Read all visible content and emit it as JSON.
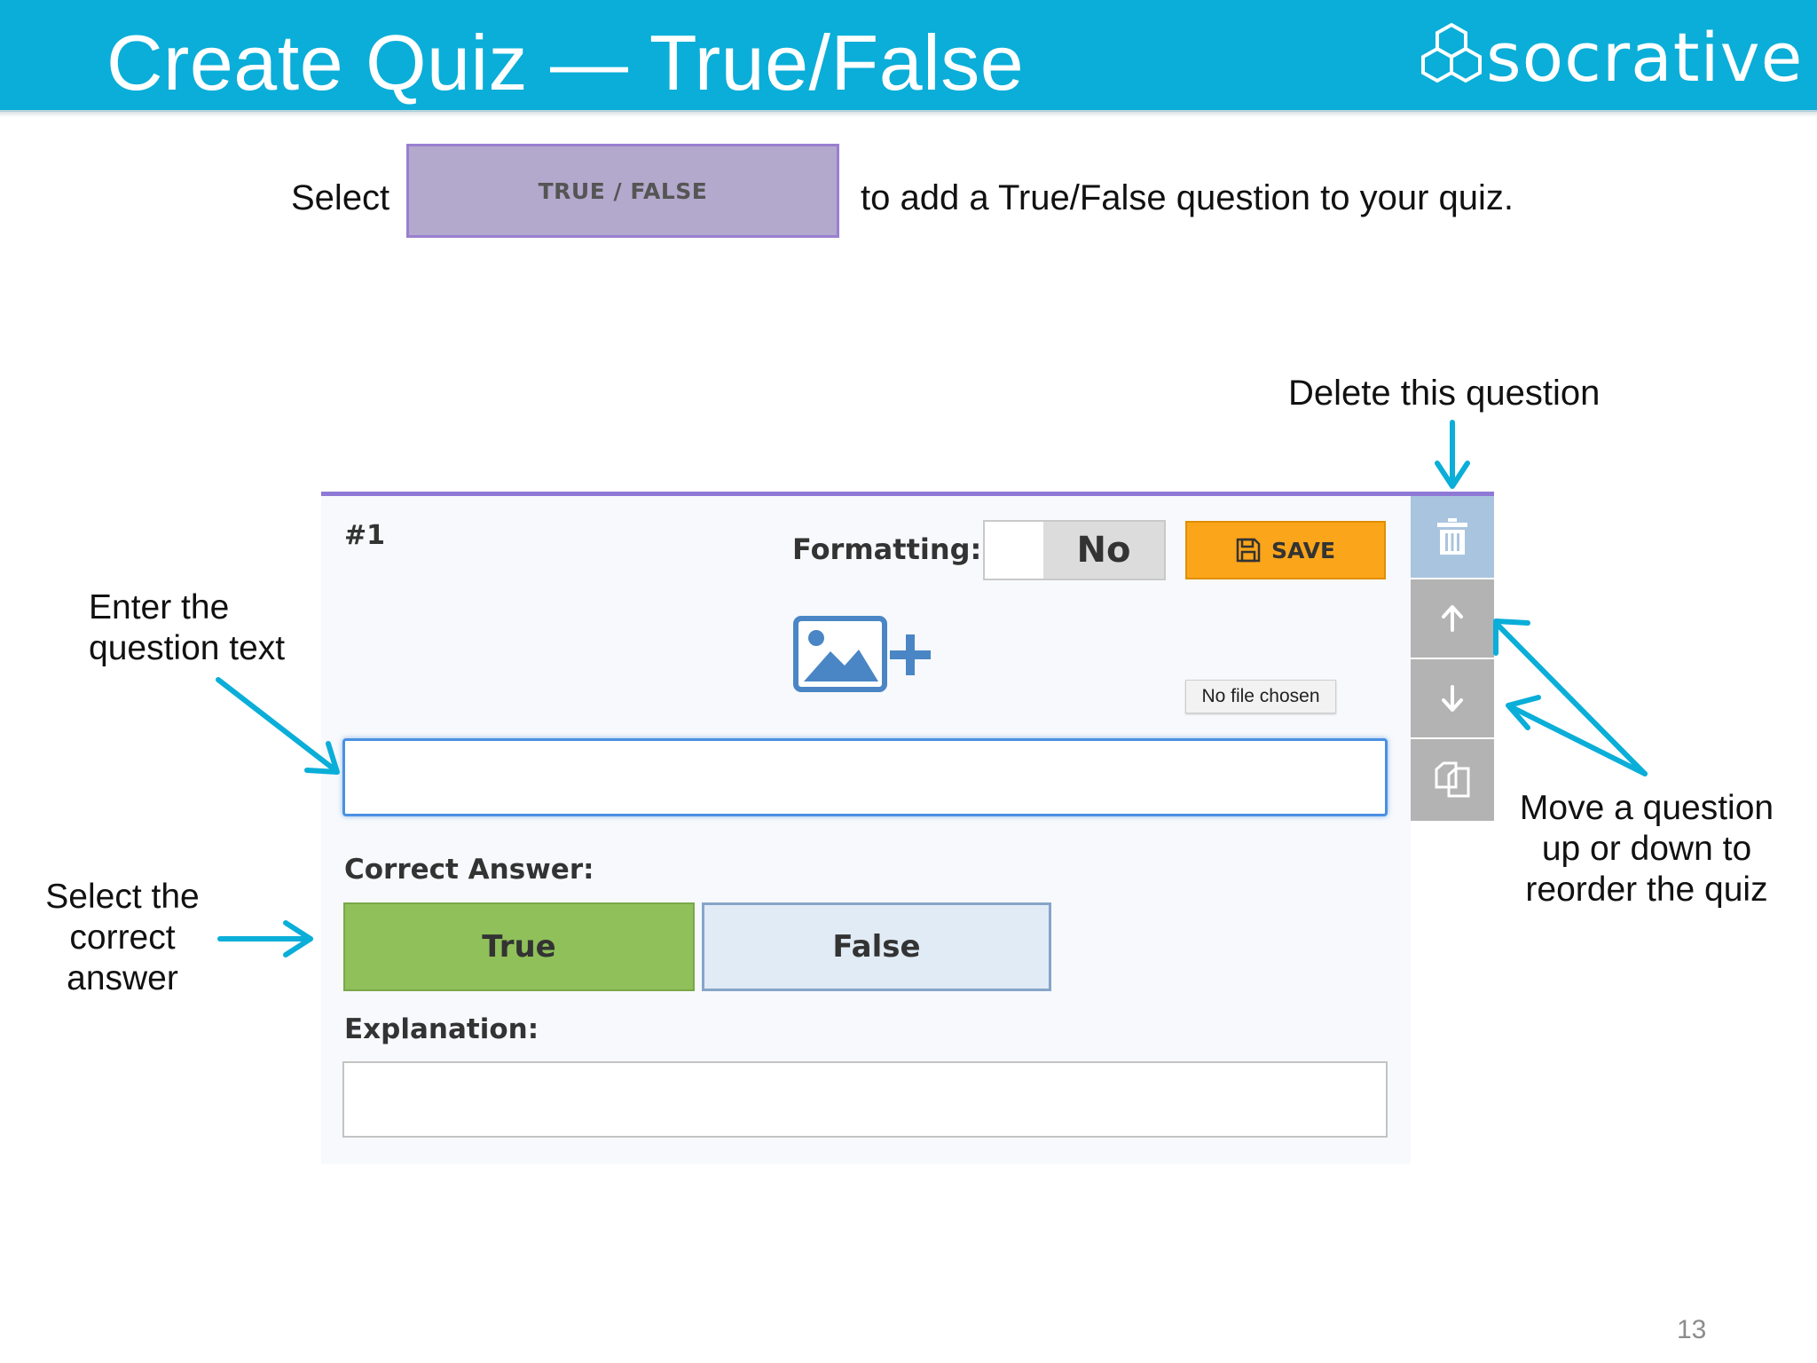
{
  "header": {
    "title": "Create Quiz — True/False",
    "logo_text": "socrative",
    "background_color": "#0aaed8"
  },
  "intro": {
    "prefix": "Select",
    "button_label": "TRUE / FALSE",
    "suffix": "to add a True/False question to your quiz."
  },
  "callouts": {
    "delete": "Delete this question",
    "question_text_line1": "Enter the",
    "question_text_line2": "question text",
    "correct_line1": "Select the",
    "correct_line2": "correct",
    "correct_line3": "answer",
    "move_line1": "Move a question",
    "move_line2": "up or down to",
    "move_line3": "reorder the quiz"
  },
  "question_panel": {
    "number": "#1",
    "formatting_label": "Formatting:",
    "formatting_value": "No",
    "save_label": "SAVE",
    "file_status": "No file chosen",
    "question_value": "",
    "correct_answer_label": "Correct Answer:",
    "options": [
      "True",
      "False"
    ],
    "selected_option": "True",
    "explanation_label": "Explanation:",
    "explanation_value": "",
    "toolbar_icons": [
      "trash-icon",
      "arrow-up-icon",
      "arrow-down-icon",
      "duplicate-icon"
    ]
  },
  "colors": {
    "accent_arrow": "#0aaed8",
    "save": "#fba51a",
    "true_selected": "#8fc05a",
    "false_unselected": "#e1ebf5",
    "panel_top_border": "#8f79d6"
  },
  "slide_number": "13"
}
